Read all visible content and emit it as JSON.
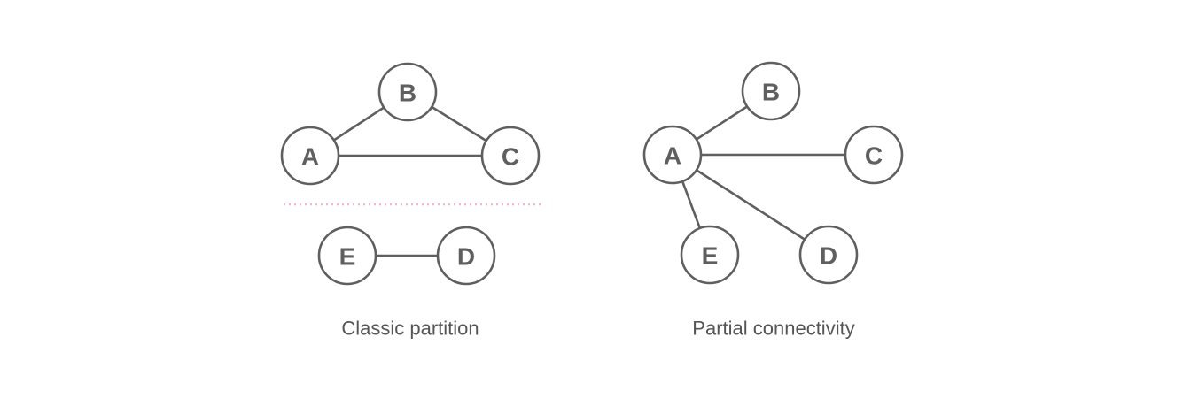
{
  "diagrams": [
    {
      "caption": "Classic partition",
      "nodes": [
        "A",
        "B",
        "C",
        "E",
        "D"
      ],
      "edges": [
        [
          "A",
          "B"
        ],
        [
          "B",
          "C"
        ],
        [
          "A",
          "C"
        ],
        [
          "E",
          "D"
        ]
      ],
      "partition_divider": true
    },
    {
      "caption": "Partial connectivity",
      "nodes": [
        "A",
        "B",
        "C",
        "E",
        "D"
      ],
      "edges": [
        [
          "A",
          "B"
        ],
        [
          "A",
          "C"
        ],
        [
          "A",
          "E"
        ],
        [
          "A",
          "D"
        ]
      ],
      "partition_divider": false
    }
  ],
  "colors": {
    "stroke": "#5f5f5f",
    "label": "#5f5f5f",
    "caption": "#555555",
    "partition_divider": "#f2b8c6"
  }
}
